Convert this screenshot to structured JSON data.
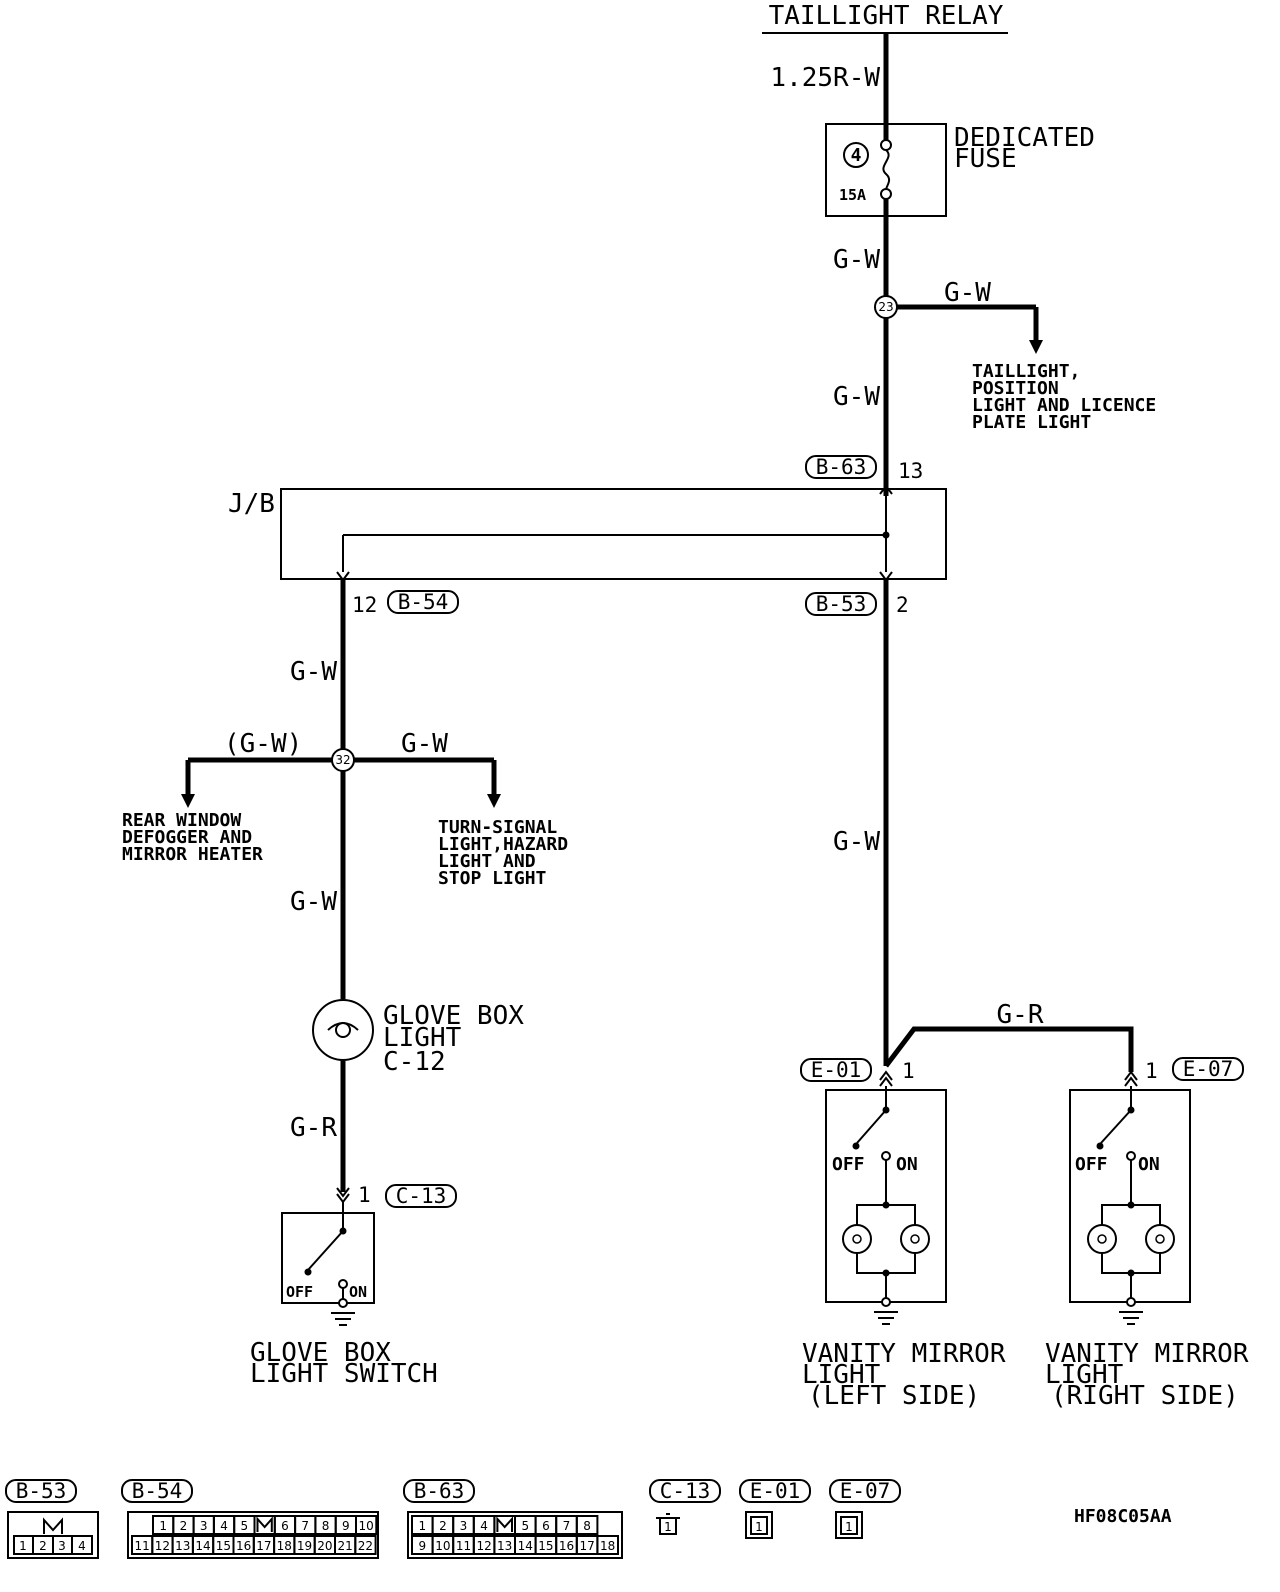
{
  "relay": {
    "label": "TAILLIGHT RELAY"
  },
  "wires": {
    "w_125rw": "1.25R-W",
    "gw_1": "G-W",
    "gw_branch": "G-W",
    "gw_2": "G-W",
    "gw_left": "G-W",
    "gw_paren": "(G-W)",
    "gw_right_branch": "G-W",
    "gw_left2": "G-W",
    "gw_right": "G-W",
    "gr_left": "G-R",
    "gr_right": "G-R"
  },
  "fuse": {
    "line1": "DEDICATED",
    "line2": "FUSE",
    "number": "4",
    "rating": "15A"
  },
  "junctions": {
    "j23": "23",
    "j32": "32"
  },
  "destinations": {
    "taillight": [
      "TAILLIGHT,",
      "POSITION",
      "LIGHT AND LICENCE",
      "PLATE LIGHT"
    ],
    "defogger": [
      "REAR WINDOW",
      "DEFOGGER AND",
      "MIRROR HEATER"
    ],
    "turnsignal": [
      "TURN-SIGNAL",
      "LIGHT,HAZARD",
      "LIGHT AND",
      "STOP LIGHT"
    ]
  },
  "jb": {
    "label": "J/B"
  },
  "connectors": {
    "b63": {
      "id": "B-63",
      "pin": "13"
    },
    "b54": {
      "id": "B-54",
      "pin": "12"
    },
    "b53": {
      "id": "B-53",
      "pin": "2"
    },
    "c13": {
      "id": "C-13",
      "pin": "1"
    },
    "e01": {
      "id": "E-01",
      "pin": "1"
    },
    "e07": {
      "id": "E-07",
      "pin": "1"
    }
  },
  "glovebox_light": [
    "GLOVE BOX",
    "LIGHT",
    "C-12"
  ],
  "switch_labels": {
    "off": "OFF",
    "on": "ON"
  },
  "glovebox_switch": [
    "GLOVE BOX",
    "LIGHT SWITCH"
  ],
  "vanity_left": [
    "VANITY MIRROR",
    "LIGHT",
    "(LEFT SIDE)"
  ],
  "vanity_right": [
    "VANITY MIRROR",
    "LIGHT",
    "(RIGHT SIDE)"
  ],
  "legend": {
    "b53": {
      "id": "B-53",
      "pins": [
        "1",
        "2",
        "3",
        "4"
      ]
    },
    "b54": {
      "id": "B-54",
      "top": [
        "1",
        "2",
        "3",
        "4",
        "5",
        "",
        "6",
        "7",
        "8",
        "9",
        "10"
      ],
      "bottom": [
        "11",
        "12",
        "13",
        "14",
        "15",
        "16",
        "17",
        "18",
        "19",
        "20",
        "21",
        "22"
      ]
    },
    "b63": {
      "id": "B-63",
      "top": [
        "1",
        "2",
        "3",
        "4",
        "",
        "5",
        "6",
        "7",
        "8"
      ],
      "bottom": [
        "9",
        "10",
        "11",
        "12",
        "13",
        "14",
        "15",
        "16",
        "17",
        "18"
      ]
    },
    "c13": {
      "id": "C-13",
      "pin": "1"
    },
    "e01": {
      "id": "E-01",
      "pin": "1"
    },
    "e07": {
      "id": "E-07",
      "pin": "1"
    }
  },
  "code": "HF08C05AA"
}
